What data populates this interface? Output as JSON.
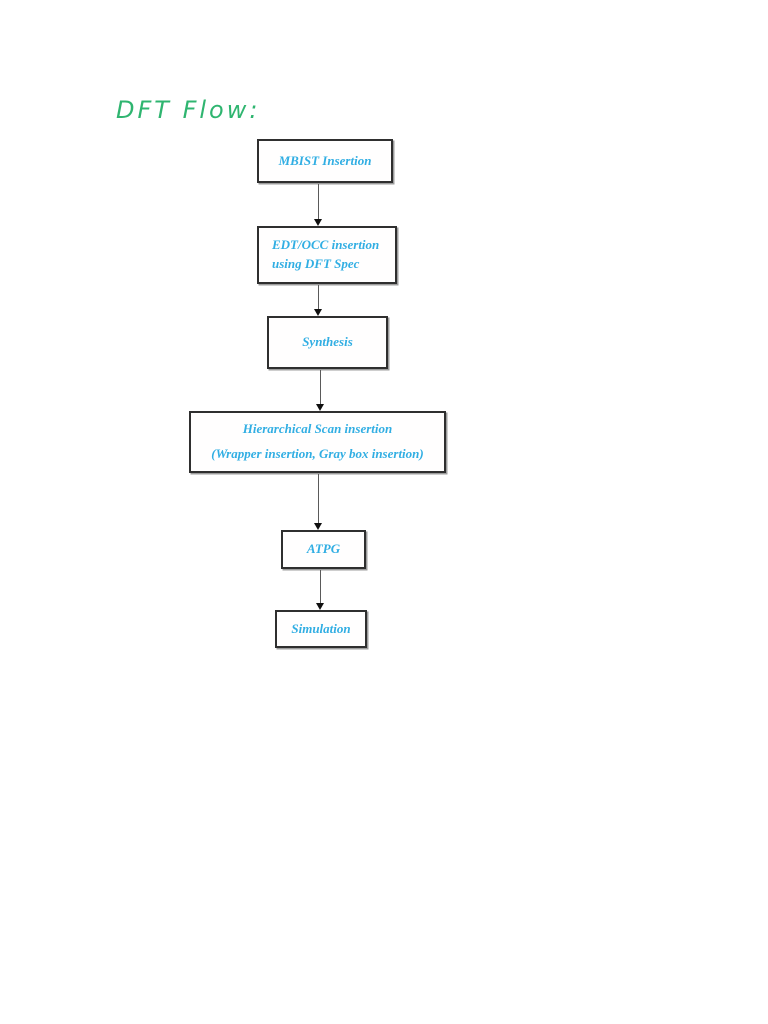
{
  "page": {
    "title": "DFT Flow:"
  },
  "colors": {
    "title_green": "#2fb570",
    "node_text_cyan": "#31aee3",
    "node_border": "#2f2f2f",
    "arrow_line": "#5a5a5a"
  },
  "flow": {
    "nodes": [
      {
        "id": "mbist",
        "label": "MBIST Insertion"
      },
      {
        "id": "edtocc",
        "label": "EDT/OCC insertion\nusing DFT Spec"
      },
      {
        "id": "synthesis",
        "label": "Synthesis"
      },
      {
        "id": "hierscan",
        "label": "Hierarchical Scan insertion\n(Wrapper insertion, Gray box insertion)"
      },
      {
        "id": "atpg",
        "label": "ATPG"
      },
      {
        "id": "simulation",
        "label": "Simulation"
      }
    ],
    "edges": [
      {
        "from": "mbist",
        "to": "edtocc"
      },
      {
        "from": "edtocc",
        "to": "synthesis"
      },
      {
        "from": "synthesis",
        "to": "hierscan"
      },
      {
        "from": "hierscan",
        "to": "atpg"
      },
      {
        "from": "atpg",
        "to": "simulation"
      }
    ]
  }
}
